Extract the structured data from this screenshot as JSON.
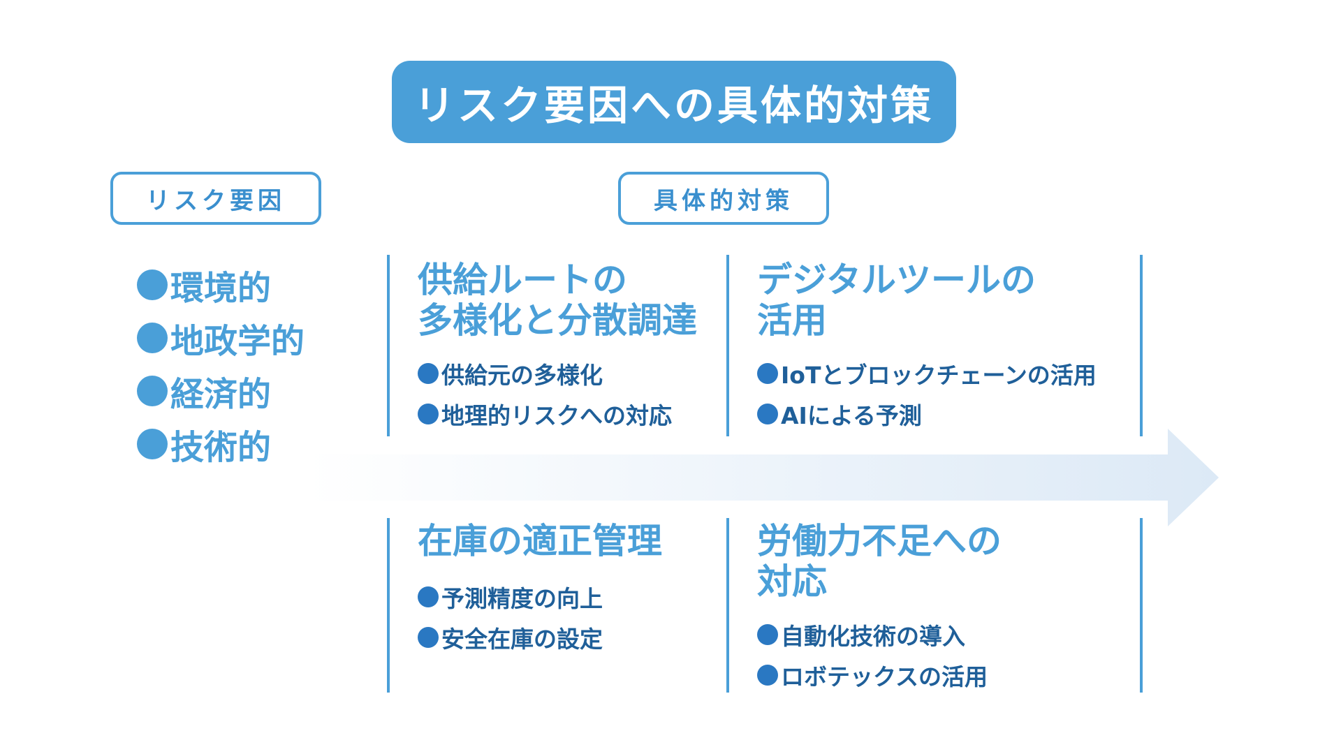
{
  "title": "リスク要因への具体的対策",
  "labels": {
    "left": "リスク要因",
    "right": "具体的対策"
  },
  "risk_factors": [
    "環境的",
    "地政学的",
    "経済的",
    "技術的"
  ],
  "measures": [
    {
      "heading": [
        "供給ルートの",
        "多様化と分散調達"
      ],
      "bullets": [
        "供給元の多様化",
        "地理的リスクへの対応"
      ]
    },
    {
      "heading": [
        "デジタルツールの",
        "活用"
      ],
      "bullets": [
        "IoTとブロックチェーンの活用",
        "AIによる予測"
      ]
    },
    {
      "heading": [
        "在庫の適正管理",
        ""
      ],
      "bullets": [
        "予測精度の向上",
        "安全在庫の設定"
      ]
    },
    {
      "heading": [
        "労働力不足への",
        "対応"
      ],
      "bullets": [
        "自動化技術の導入",
        "ロボテックスの活用"
      ]
    }
  ],
  "colors": {
    "accent": "#4a9fd8",
    "bullet_text": "#1f5f99",
    "arrow_light": "#dce9f6"
  }
}
